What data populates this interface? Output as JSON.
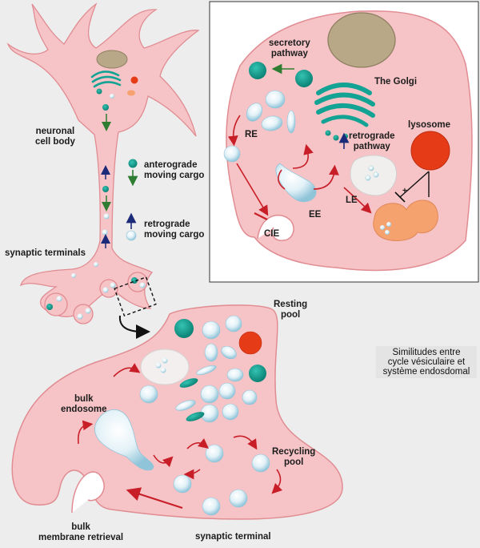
{
  "neuron": {
    "cell_body_label": "neuronal\ncell body",
    "anterograde_label": "anterograde\nmoving cargo",
    "retrograde_label": "retrograde\nmoving cargo",
    "synaptic_terminals_label": "synaptic terminals"
  },
  "cell_inset": {
    "secretory_label": "secretory\npathway",
    "golgi_label": "The Golgi",
    "lysosome_label": "lysosome",
    "retrograde_pathway_label": "retrograde\npathway",
    "re_label": "RE",
    "ee_label": "EE",
    "le_label": "LE",
    "cie_label": "CIE",
    "plus_sign": "+"
  },
  "synapse": {
    "resting_pool_label": "Resting\npool",
    "bulk_endosome_label": "bulk\nendosome",
    "recycling_pool_label": "Recycling\npool",
    "bulk_retrieval_label": "bulk\nmembrane retrieval",
    "synaptic_terminal_label": "synaptic terminal"
  },
  "caption": {
    "lines": [
      "Similitudes entre",
      "cycle vésiculaire et",
      "système endosdomal"
    ]
  },
  "colors": {
    "cell_pink": "#f6c4c6",
    "outline": "#e08c92",
    "teal": "#13a394",
    "red_arrow": "#c81e28",
    "lysosome": "#e63b17",
    "orange": "#f5a26e",
    "nucleus": "#b9a888",
    "vesicle": "#d9edf5"
  }
}
